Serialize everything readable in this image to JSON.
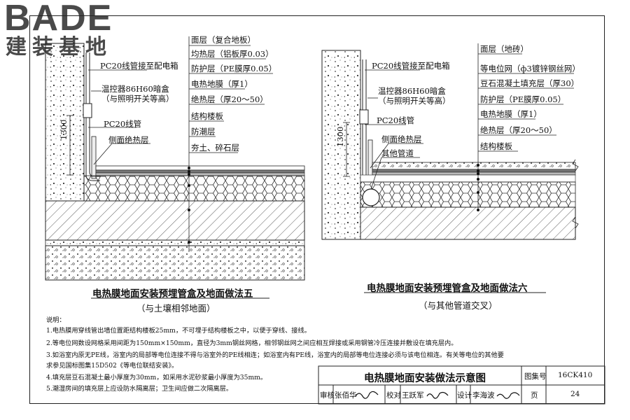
{
  "logo": {
    "main": "BADE",
    "sub": "建装基地"
  },
  "detail5": {
    "callouts_left": [
      "PC20线管接至配电箱",
      "温控器86H60暗盒",
      "（与照明开关等高）",
      "PC20线管",
      "侧面绝热层"
    ],
    "dimension": "1300",
    "layers": [
      "面层（复合地板）",
      "均热层（铝板厚0.03）",
      "防护层（PE膜厚0.05）",
      "电热地膜（厚1）",
      "绝热层（厚20～50）",
      "结构楼板",
      "防潮层",
      "夯土、碎石层"
    ],
    "caption": "电热膜地面安装预埋管盒及地面做法五",
    "subcaption": "（与土壤相邻地面）"
  },
  "detail6": {
    "callouts_left": [
      "PC20线管接至配电箱",
      "温控器86H60暗盒",
      "（与照明开关等高）",
      "PC20线管",
      "侧面绝热层",
      "其他管道"
    ],
    "dimension": "1300",
    "layers": [
      "面层（地砖）",
      "等电位网（ф3镀锌钢丝网）",
      "豆石混凝土填充层（厚30）",
      "防护层（PE膜厚0.05）",
      "电热地膜（厚1）",
      "绝热层（厚20～50）",
      "结构楼板"
    ],
    "caption": "电热膜地面安装预埋管盒及地面做法六",
    "subcaption": "（与其他管道交叉）"
  },
  "notes": {
    "heading": "说明：",
    "lines": [
      "1.电热膜用穿线管出墙位置距结构楼板25mm，不可埋于结构楼板之中，以便于穿线、接线。",
      "2.等电位网数设网格采用间距为150mm×150mm，直径为3mm钢丝网格，相邻钢丝网之间应相互焊接或采用钢管冷压连接并敷设在填充层内。",
      "3.如浴室内原无PE线，浴室内的局部等电位连接不得与浴室外的PE线相连；如浴室内有PE线，浴室内的局部等电位连接必须与该电位相连。有关等电位的其他要",
      "   求参见国标图集15D502《等电位联结安装》。",
      "4.填充层豆石混凝土最小厚度为30mm，如采用水泥砂浆最小厚度为35mm。",
      "5.潮湿房间的填充层上应设防水隔离层；卫生间应做二次隔离层。"
    ]
  },
  "title_block": {
    "title": "电热膜地面安装做法示意图",
    "atlas_label": "图集号",
    "atlas_no": "16CK410",
    "page_label": "页",
    "page_no": "24",
    "review_label": "审核",
    "reviewer": "张佰华",
    "check_label": "校对",
    "checker": "王跃军",
    "design_label": "设计",
    "designer": "李海波"
  },
  "colors": {
    "line": "#222222",
    "logo": "#4a4a4a"
  }
}
